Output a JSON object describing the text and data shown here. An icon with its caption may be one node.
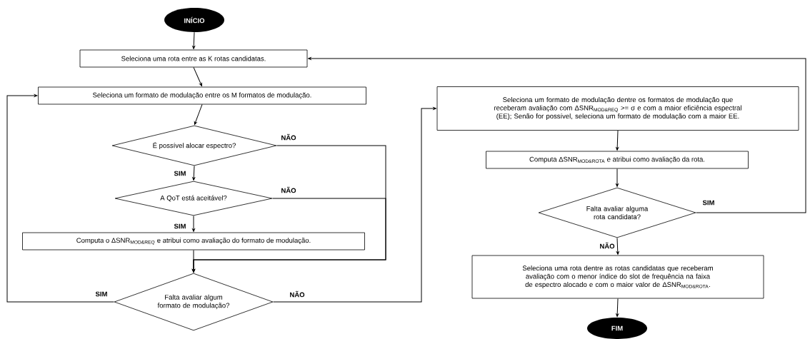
{
  "diagram": {
    "nodes": [
      {
        "text": [
          "INÍCIO"
        ]
      },
      {
        "text": [
          "Seleciona uma rota entre as K rotas candidatas."
        ]
      },
      {
        "text": [
          "Seleciona um formato de modulação entre os M formatos de modulação."
        ]
      },
      {
        "text": [
          "É possível alocar espectro?"
        ]
      },
      {
        "text": [
          "A QoT está aceitável?"
        ]
      },
      {
        "text": [
          "Computa o ΔSNR$_{MOD&REQ}$ e atribui como avaliação do formato de modulação."
        ]
      },
      {
        "text": [
          "Falta avaliar algum formato de modulação?"
        ]
      },
      {
        "text": [
          "Seleciona um formato de modulação dentre os formatos de modulação que receberam avaliação com ΔSNR$_{MOD&REQ}$ >= σ e com a maior eficiência espectral (EE); Senão for possível, seleciona um formato de modulação com a maior EE."
        ]
      },
      {
        "text": [
          "Computa ΔSNR$_{MOD&ROTA}$ e atribui como avaliação da rota."
        ]
      },
      {
        "text": [
          "Falta avaliar alguma rota candidata?"
        ]
      },
      {
        "text": [
          "Seleciona uma rota dentre as rotas candidatas que receberam avaliação com o menor índice do slot de frequência na faixa de espectro alocado e com o maior valor de ΔSNR$_{MOD&ROTA}$."
        ]
      },
      {
        "text": [
          "FIM"
        ]
      }
    ],
    "edges": [
      {
        "from": 0,
        "to": 1,
        "arrow": "to"
      },
      {
        "from": 1,
        "to": 2,
        "arrow": "to"
      },
      {
        "from": 2,
        "to": 3,
        "arrow": "to"
      },
      {
        "from": 3,
        "to": 4,
        "arrow": "to",
        "label": "SIM"
      },
      {
        "from": 4,
        "to": 5,
        "arrow": "to",
        "label": "SIM"
      },
      {
        "from": 3,
        "to": 6,
        "arrow": "to",
        "label": "NÃO"
      },
      {
        "from": 4,
        "to": 6,
        "arrow": "to",
        "label": "NÃO"
      },
      {
        "from": 5,
        "to": 6,
        "arrow": "to"
      },
      {
        "from": 6,
        "to": 2,
        "arrow": "to",
        "label": "SIM"
      },
      {
        "from": 6,
        "to": 7,
        "arrow": "to",
        "label": "NÃO"
      },
      {
        "from": 7,
        "to": 8,
        "arrow": "to"
      },
      {
        "from": 8,
        "to": 9,
        "arrow": "to"
      },
      {
        "from": 9,
        "to": 1,
        "arrow": "to",
        "label": "SIM"
      },
      {
        "from": 9,
        "to": 10,
        "arrow": "to",
        "label": "NÃO"
      },
      {
        "from": 10,
        "to": 11,
        "arrow": "to"
      }
    ]
  }
}
